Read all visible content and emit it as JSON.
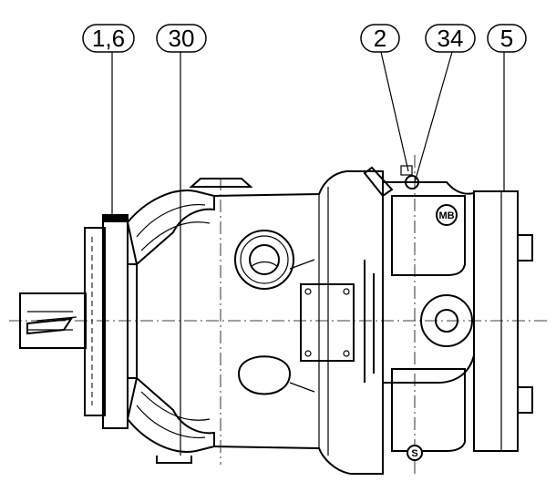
{
  "callouts": [
    {
      "id": "c1",
      "label": "1,6"
    },
    {
      "id": "c2",
      "label": "30"
    },
    {
      "id": "c3",
      "label": "2"
    },
    {
      "id": "c4",
      "label": "34"
    },
    {
      "id": "c5",
      "label": "5"
    }
  ],
  "port_labels": {
    "mb": "MB",
    "s": "S"
  }
}
